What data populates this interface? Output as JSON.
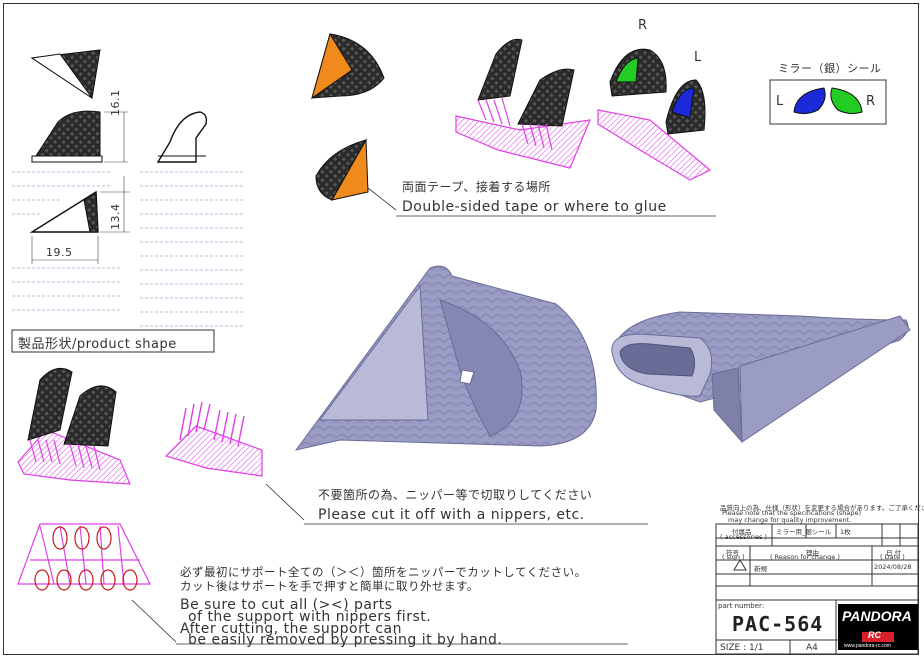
{
  "dimensions": {
    "d1": "16.1",
    "d2": "13.4",
    "d3": "19.5"
  },
  "product_shape_label": "製品形状/product shape",
  "mirror_seal": {
    "title": "ミラー（銀）シール",
    "left": "L",
    "right": "R"
  },
  "side_labels": {
    "r": "R",
    "l": "L"
  },
  "tape_note": {
    "jp": "両面テープ、接着する場所",
    "en": "Double-sided tape or where to glue"
  },
  "cut_note": {
    "jp": "不要箇所の為、ニッパー等で切取りしてください",
    "en": "Please cut it off with a nippers, etc."
  },
  "support_note": {
    "jp1": "必ず最初にサポート全ての（＞＜）箇所をニッパーでカットしてください。",
    "jp2": "カット後はサポートを手で押すと簡単に取り外せます。",
    "en1": "Be sure to cut all (><) parts",
    "en2": "of the support with nippers first.",
    "en3": "After cutting, the support can",
    "en4": "be easily removed by pressing it by hand."
  },
  "title_block": {
    "notice_jp": "品質向上の為、仕様（形状）を変更する場合があります。ご了承ください。",
    "notice_en1": "Please note that the specifications (shape)",
    "notice_en2": "may change for quality improvement.",
    "accessories_label": "付属品",
    "accessories_label_en": "( accessories )",
    "accessories_value": "ミラー用_銀シール",
    "accessories_count": "1枚",
    "sign_label": "符号",
    "sign_label_en": "( sign )",
    "reason_label": "理由",
    "reason_label_en": "( Reason for change )",
    "date_label": "日 付",
    "date_label_en": "( Date )",
    "new_label": "新規",
    "date_value": "2024/08/28",
    "part_number_label": "part number:",
    "part_number": "PAC-564",
    "size_label": "SIZE : 1/1",
    "paper": "A4",
    "brand": "PANDORA",
    "brand_sub": "RC",
    "url": "www.pandora-rc.com"
  },
  "colors": {
    "carbon": "#2a2a2a",
    "support": "#e040e8",
    "orange": "#f08a1c",
    "part": "#9a9cc4",
    "green": "#22cc22",
    "blue": "#1a2ad8"
  }
}
